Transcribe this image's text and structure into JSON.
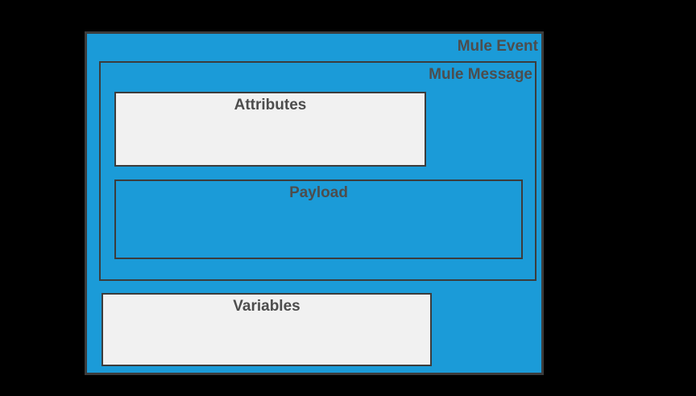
{
  "diagram": {
    "title": "Mule Event",
    "colors": {
      "background": "#000000",
      "container_fill": "#1b9bd8",
      "light_fill": "#f1f1f1",
      "border": "#3c3c3c",
      "text": "#4d4d4d"
    },
    "mule_event": {
      "label": "Mule Event",
      "mule_message": {
        "label": "Mule Message",
        "boxes": [
          {
            "label": "Attributes",
            "fill": "#f1f1f1"
          },
          {
            "label": "Payload",
            "fill": "#1b9bd8"
          }
        ]
      },
      "variables": {
        "label": "Variables",
        "fill": "#f1f1f1"
      }
    }
  }
}
